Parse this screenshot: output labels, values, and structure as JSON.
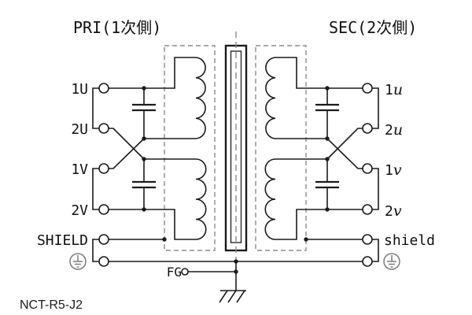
{
  "titles": {
    "pri": "PRI(1次側)",
    "sec": "SEC(2次側)"
  },
  "pri": {
    "terminals": [
      "1U",
      "2U",
      "1V",
      "2V"
    ],
    "shield_label": "SHIELD"
  },
  "sec": {
    "terminals": [
      {
        "num": "1",
        "letter": "u"
      },
      {
        "num": "2",
        "letter": "u"
      },
      {
        "num": "1",
        "letter": "v"
      },
      {
        "num": "2",
        "letter": "v"
      }
    ],
    "shield_label": "shield"
  },
  "fg": {
    "label": "FG"
  },
  "model_number": "NCT-R5-J2",
  "icons": {
    "left_ground": "protective-earth-icon",
    "right_ground": "protective-earth-icon",
    "center_ground": "earth-ground-icon"
  },
  "colors": {
    "line": "#1b1b1b",
    "shield_dashed": "#8c8c8c",
    "earth_symbol": "#7d7d7d",
    "background": "#ffffff",
    "text": "#111111"
  }
}
